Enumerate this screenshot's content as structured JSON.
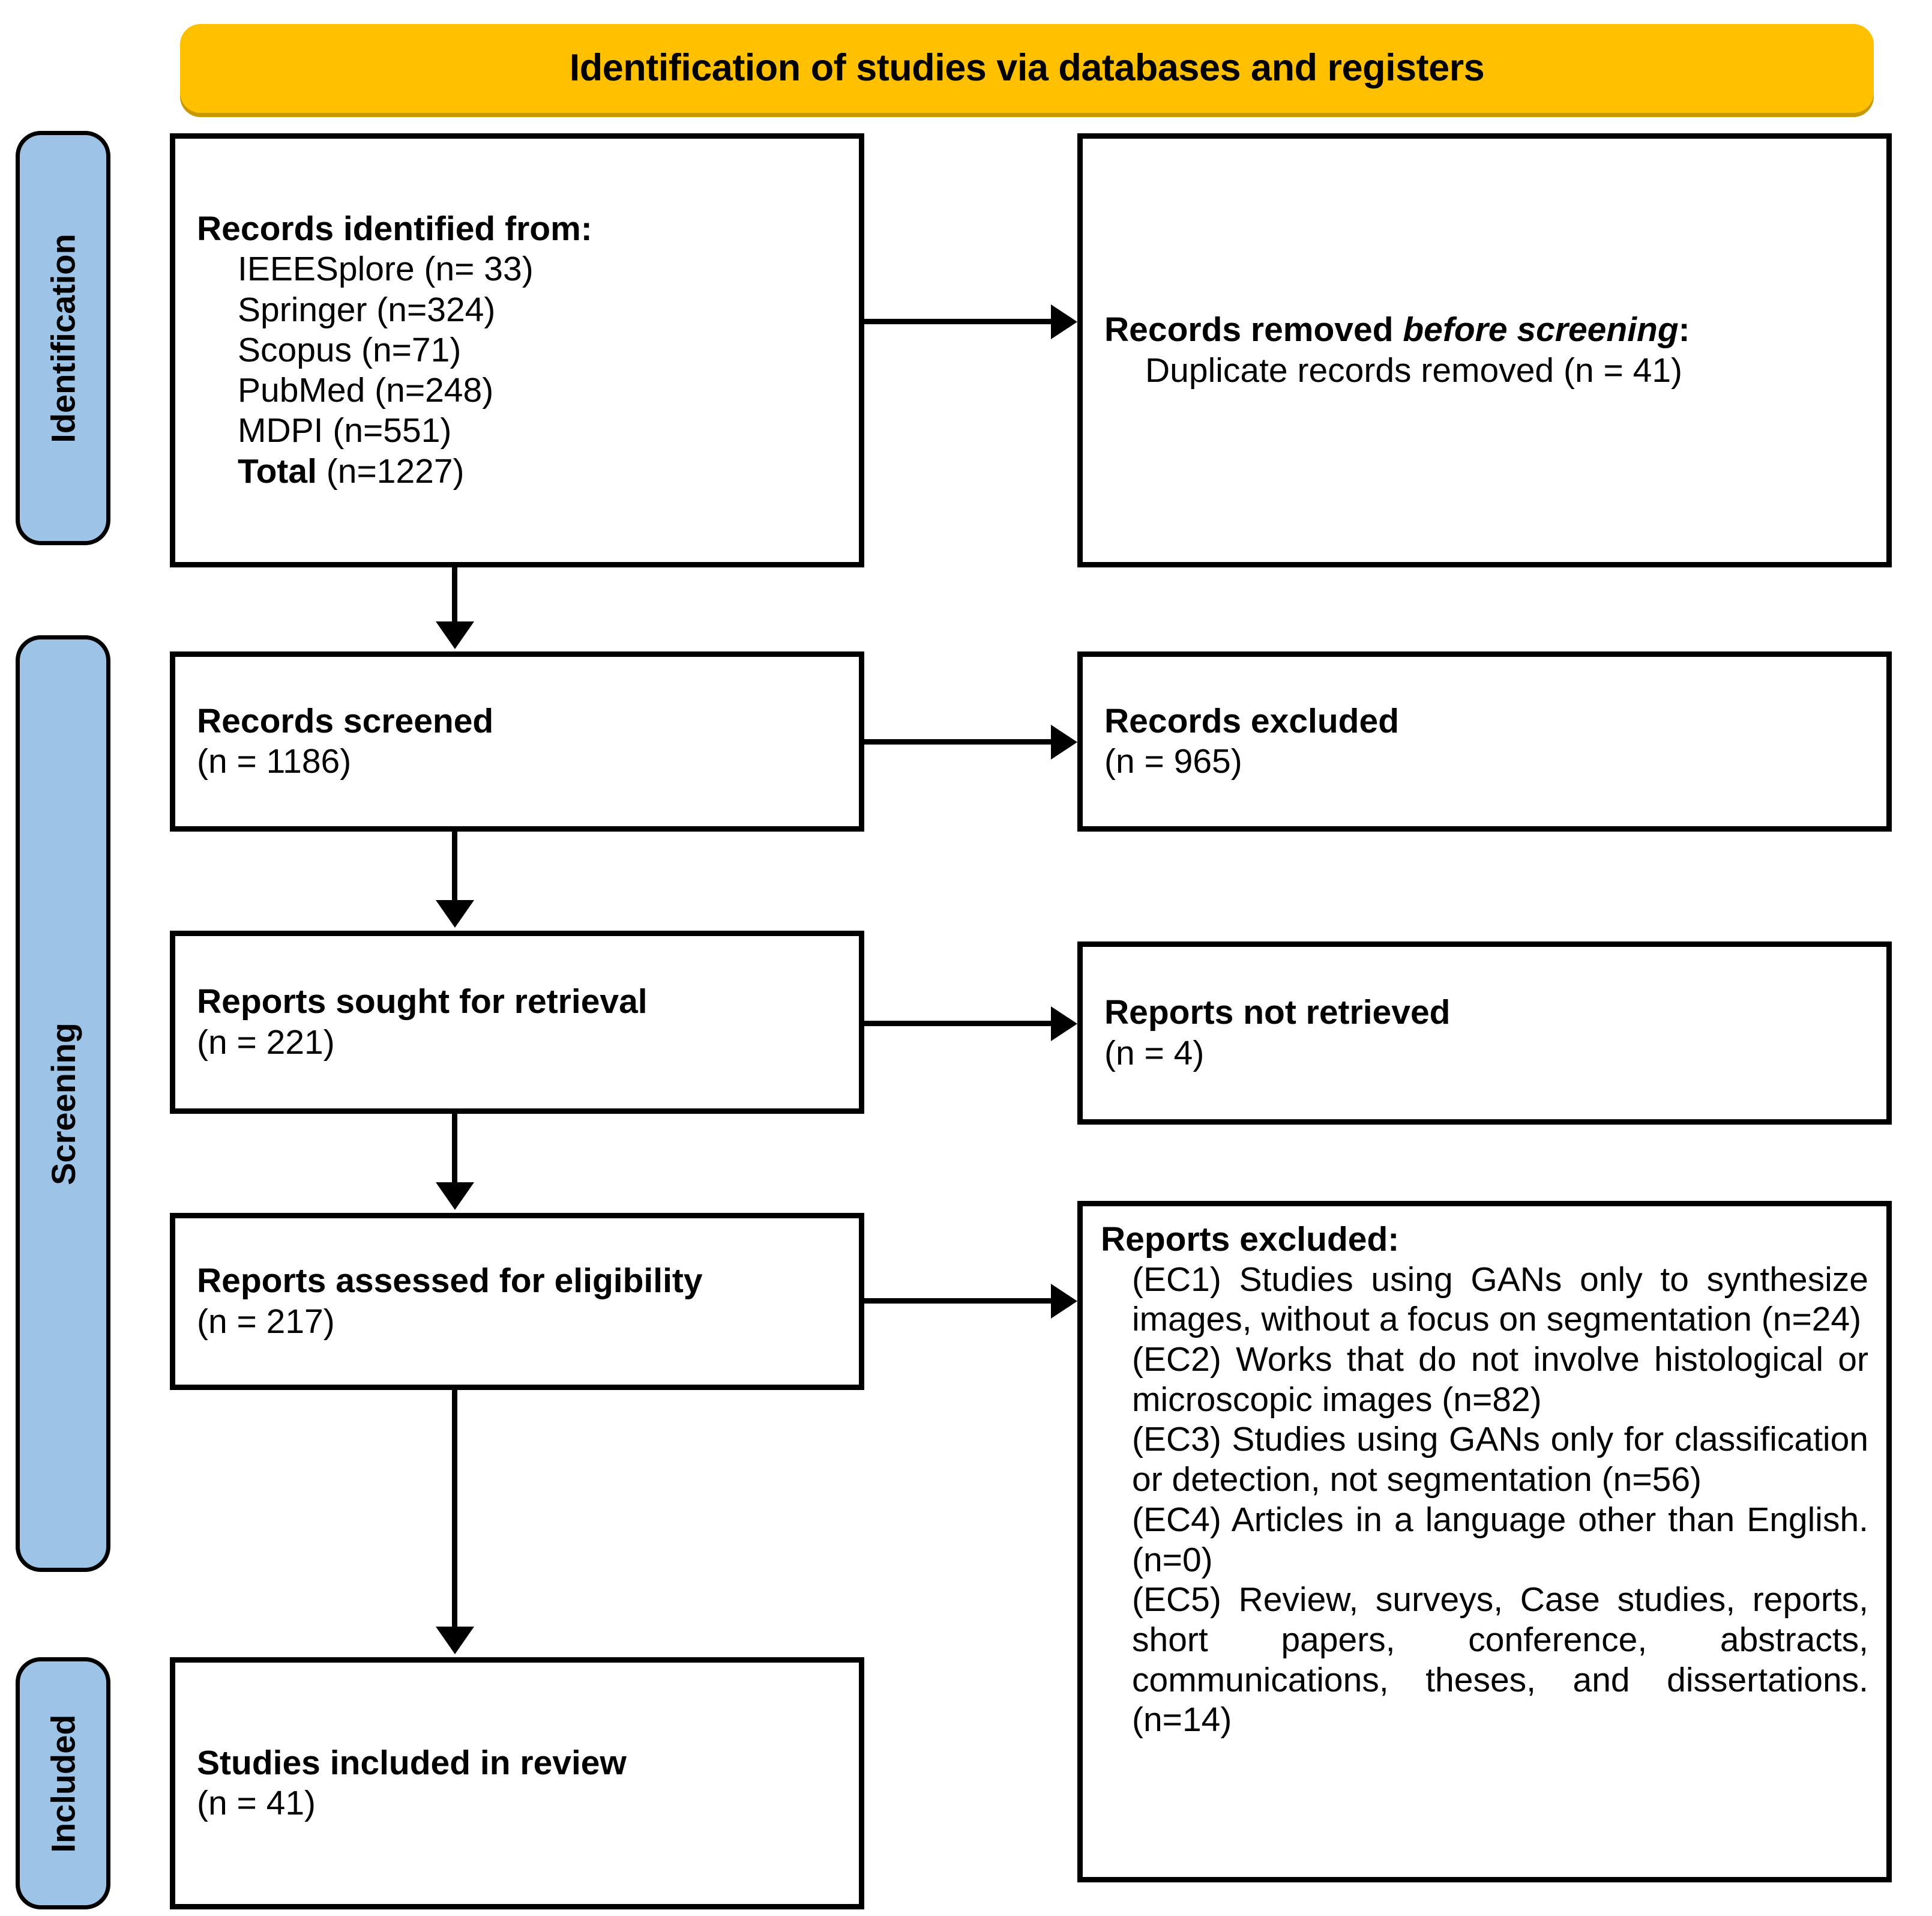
{
  "banner": {
    "title": "Identification of studies via databases and registers"
  },
  "stages": [
    {
      "key": "identification",
      "label": "Identification"
    },
    {
      "key": "screening",
      "label": "Screening"
    },
    {
      "key": "included",
      "label": "Included"
    }
  ],
  "boxes": {
    "records_identified": {
      "title": "Records identified from:",
      "sources": [
        "IEEESplore (n= 33)",
        "Springer (n=324)",
        "Scopus (n=71)",
        "PubMed (n=248)",
        "MDPI (n=551)"
      ],
      "total_label": "Total",
      "total_value": " (n=1227)"
    },
    "records_removed": {
      "title_prefix": "Records removed ",
      "title_italic": "before screening",
      "title_suffix": ":",
      "detail": "Duplicate records removed (n = 41)"
    },
    "records_screened": {
      "title": "Records screened",
      "count": "(n = 1186)"
    },
    "records_excluded": {
      "title": "Records excluded",
      "count": "(n = 965)"
    },
    "reports_sought": {
      "title": "Reports sought for retrieval",
      "count": "(n = 221)"
    },
    "reports_not_retrieved": {
      "title": "Reports not retrieved",
      "count": "(n = 4)"
    },
    "reports_assessed": {
      "title": "Reports assessed for eligibility",
      "count": "(n = 217)"
    },
    "reports_excluded": {
      "title": "Reports excluded:",
      "criteria": [
        "(EC1) Studies using GANs only to synthesize images, without a focus on segmentation (n=24)",
        "(EC2) Works that do not involve histological or microscopic images (n=82)",
        "(EC3) Studies using GANs only for classification or detection, not segmentation (n=56)",
        "(EC4) Articles in a language other than English. (n=0)",
        "(EC5) Review, surveys, Case studies, reports, short papers, conference, abstracts, communications, theses, and dissertations. (n=14)"
      ]
    },
    "studies_included": {
      "title": "Studies included in review",
      "count": "(n = 41)"
    }
  },
  "colors": {
    "banner_fill": "#FFC000",
    "banner_shadow": "#C99700",
    "stage_fill": "#9DC3E6",
    "outline": "#000000",
    "box_fill": "#FFFFFF"
  }
}
